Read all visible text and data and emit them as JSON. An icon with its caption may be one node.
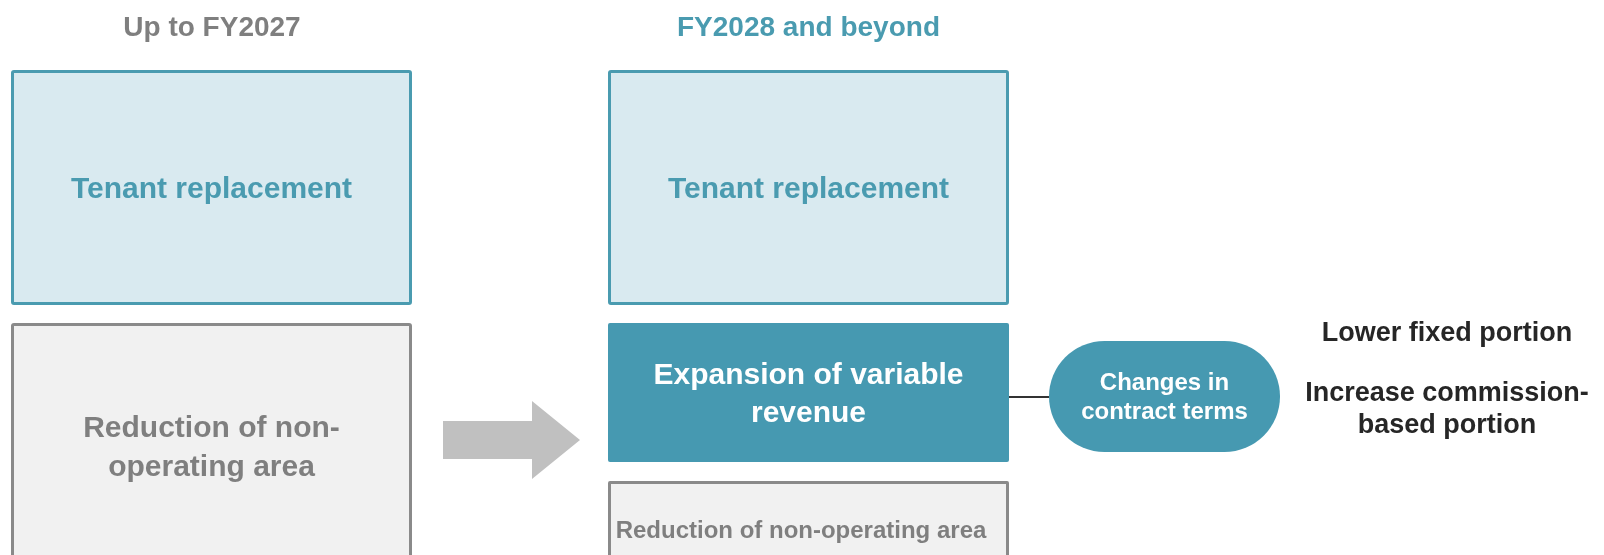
{
  "diagram": {
    "nodes": [
      {
        "text": [
          "Tenant replacement"
        ]
      },
      {
        "text": [
          "Reduction of non-operating area"
        ]
      },
      {
        "text": [
          "Tenant replacement"
        ]
      },
      {
        "text": [
          "Expansion of variable revenue"
        ]
      },
      {
        "text": [
          "Changes in contract terms"
        ]
      },
      {
        "text": [
          "Reduction of non-operating area"
        ]
      }
    ],
    "edges": [
      {
        "from": 1,
        "to": 3,
        "arrow": "to",
        "style": "thick",
        "color": "#c0c0c0"
      },
      {
        "from": 3,
        "to": 4,
        "arrow": "other"
      }
    ],
    "labels": [
      "Up to FY2027",
      "FY2028 and beyond",
      "Lower fixed portion",
      "Increase commission-based portion"
    ]
  }
}
